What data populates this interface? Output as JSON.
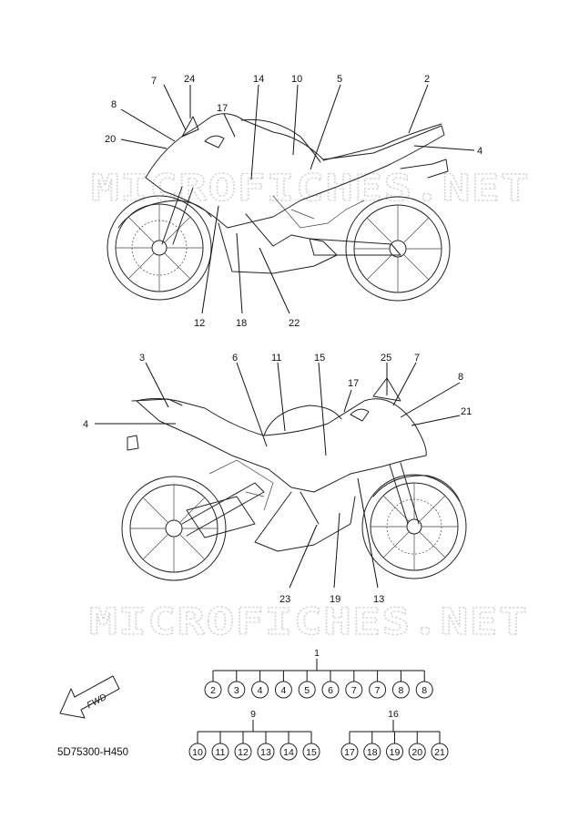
{
  "watermark": "MICROFICHES.NET",
  "part_code": "5D75300-H450",
  "fwd_label": "FWD",
  "top_view_callouts": [
    "7",
    "24",
    "8",
    "20",
    "17",
    "14",
    "10",
    "5",
    "2",
    "4",
    "12",
    "18",
    "22"
  ],
  "bottom_view_callouts": [
    "3",
    "4",
    "6",
    "11",
    "15",
    "17",
    "25",
    "7",
    "8",
    "21",
    "23",
    "19",
    "13"
  ],
  "kits": [
    {
      "label": "1",
      "items": [
        "2",
        "3",
        "4",
        "4",
        "5",
        "6",
        "7",
        "7",
        "8",
        "8"
      ]
    },
    {
      "label": "9",
      "items": [
        "10",
        "11",
        "12",
        "13",
        "14",
        "15"
      ]
    },
    {
      "label": "16",
      "items": [
        "17",
        "18",
        "19",
        "20",
        "21"
      ]
    }
  ]
}
